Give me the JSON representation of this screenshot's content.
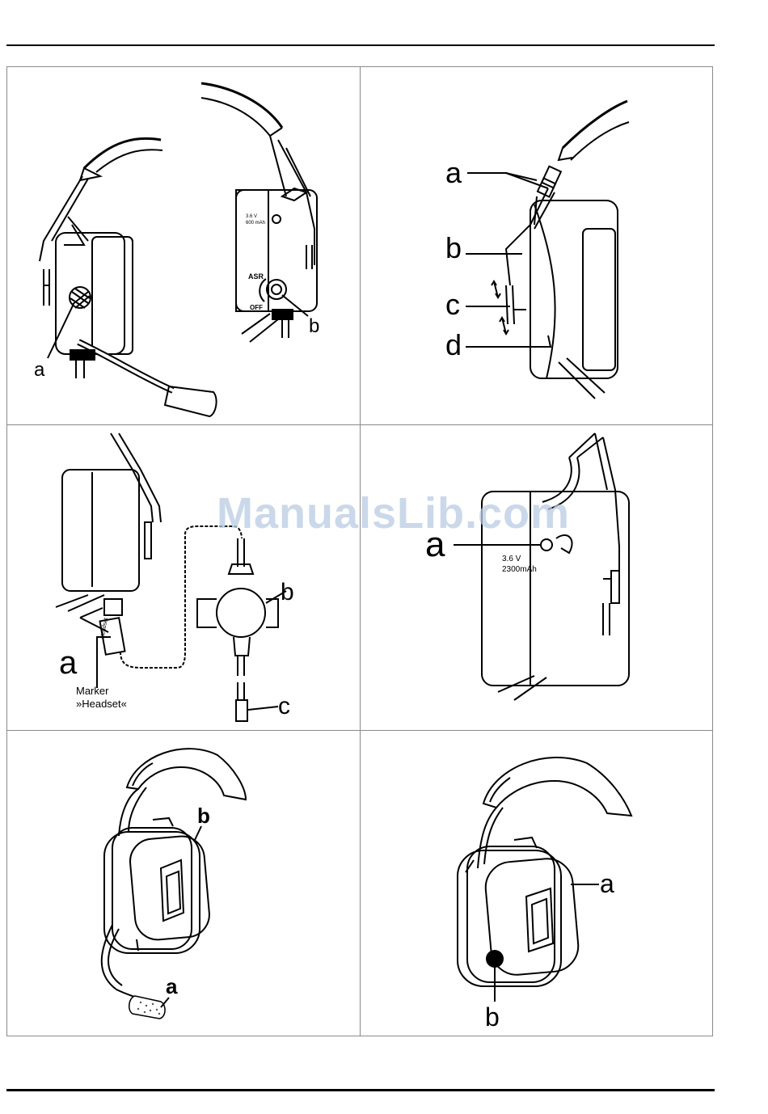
{
  "panel1": {
    "label_a": "a",
    "label_b": "b",
    "battery_voltage": "3.6 V",
    "battery_capacity": "600 mAh",
    "switch_on": "ASR",
    "switch_off": "OFF"
  },
  "panel2": {
    "label_a": "a",
    "label_b": "b",
    "label_c": "c",
    "label_d": "d"
  },
  "panel3": {
    "label_a": "a",
    "label_b": "b",
    "label_c": "c",
    "connector_text": "Headset",
    "marker_line1": "Marker",
    "marker_line2": "»Headset«"
  },
  "panel4": {
    "label_a": "a",
    "battery_voltage": "3.6 V",
    "battery_capacity": "2300mAh"
  },
  "panel5": {
    "label_a": "a",
    "label_b": "b"
  },
  "panel6": {
    "label_a": "a",
    "label_b": "b"
  },
  "watermark": "ManualsLib.com"
}
